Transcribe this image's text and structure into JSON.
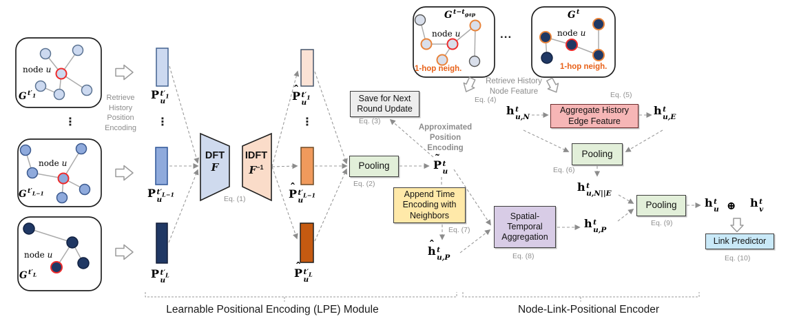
{
  "colors": {
    "light_blue_bar": "#CCD9F0",
    "medium_blue_bar": "#8FAADC",
    "dark_blue_bar": "#203864",
    "light_peach_bar": "#FBE2D5",
    "orange_bar": "#F09A5C",
    "dark_orange_bar": "#C55A11",
    "dft_fill": "#CFDAEE",
    "idft_fill": "#FADCC9",
    "pooling_green": "#E2EFD9",
    "save_gray": "#EDEDED",
    "append_yellow": "#FFE9A9",
    "spatial_purple": "#D8CCE6",
    "aggregate_pink": "#F6B6B6",
    "link_cyan": "#C9E9F8",
    "one_hop_orange": "#E8621A",
    "node_u_red_outline": "#EE2B2B",
    "gray_text": "#8C8C8C"
  },
  "annotations": {
    "retrieve_history_position": {
      "l1": "Retrieve",
      "l2": "History",
      "l3": "Position",
      "l4": "Encoding"
    },
    "approximated_position": {
      "l1": "Approximated",
      "l2": "Position",
      "l3": "Encoding"
    },
    "retrieve_history_node": {
      "l1": "Retrieve History",
      "l2": "Node Feature"
    },
    "dots_v": "⋮",
    "dots_h": "...",
    "node_word": "node",
    "node_var": "u",
    "one_hop": "1-hop neigh."
  },
  "equations": {
    "eq1": "Eq. (1)",
    "eq2": "Eq. (2)",
    "eq3": "Eq. (3)",
    "eq4": "Eq. (4)",
    "eq5": "Eq. (5)",
    "eq6": "Eq. (6)",
    "eq7": "Eq. (7)",
    "eq8": "Eq. (8)",
    "eq9": "Eq. (9)",
    "eq10": "Eq. (10)"
  },
  "boxes": {
    "save_l1": "Save for Next",
    "save_l2": "Round Update",
    "pooling": "Pooling",
    "append": "Append Time Encoding with Neighbors",
    "spatial": "Spatial-Temporal Aggregation",
    "aggregate_l1": "Aggregate History",
    "aggregate_l2": "Edge Feature",
    "link_predictor": "Link Predictor",
    "dft": "DFT",
    "idft": "IDFT",
    "f": "F",
    "f_inv_sup": "−1"
  },
  "math": {
    "p_t1": {
      "base": "P",
      "sub": "u",
      "sup": "t′",
      "supsub": "1"
    },
    "p_tl1": {
      "base": "P",
      "sub": "u",
      "sup": "t′",
      "supsub": "L−1"
    },
    "p_tl": {
      "base": "P",
      "sub": "u",
      "sup": "t′",
      "supsub": "L"
    },
    "phat_t1": {
      "accent": "ˆ",
      "base": "P",
      "sub": "u",
      "sup": "t′",
      "supsub": "1"
    },
    "phat_tl1": {
      "accent": "ˆ",
      "base": "P",
      "sub": "u",
      "sup": "t′",
      "supsub": "L−1"
    },
    "phat_tl": {
      "accent": "ˆ",
      "base": "P",
      "sub": "u",
      "sup": "t′",
      "supsub": "L"
    },
    "ptilde": {
      "accent": "˜",
      "base": "P",
      "sub": "u",
      "sup": "t"
    },
    "hhat_up": {
      "accent": "ˆ",
      "base": "h",
      "sub": "u,P",
      "sup": "t"
    },
    "h_up": {
      "base": "h",
      "sub": "u,P",
      "sup": "t"
    },
    "h_un": {
      "base": "h",
      "sub": "u,N",
      "sup": "t"
    },
    "h_ue": {
      "base": "h",
      "sub": "u,E",
      "sup": "t"
    },
    "h_une": {
      "base": "h",
      "sub": "u,N||E",
      "sup": "t"
    },
    "h_u": {
      "base": "h",
      "sub": "u",
      "sup": "t"
    },
    "h_v": {
      "base": "h",
      "sub": "v",
      "sup": "t"
    },
    "oplus": "⊕",
    "g_t1": {
      "base": "G",
      "sup": "t′",
      "supsub": "1"
    },
    "g_tl1": {
      "base": "G",
      "sup": "t′",
      "supsub": "L−1"
    },
    "g_tl": {
      "base": "G",
      "sup": "t′",
      "supsub": "L"
    },
    "g_tgap": {
      "base": "G",
      "sup": "t−t",
      "supsub": "gap"
    },
    "g_t": {
      "base": "G",
      "sup": "t"
    }
  },
  "footer": {
    "lpe": "Learnable Positional Encoding (LPE) Module",
    "encoder": "Node-Link-Positional Encoder"
  }
}
